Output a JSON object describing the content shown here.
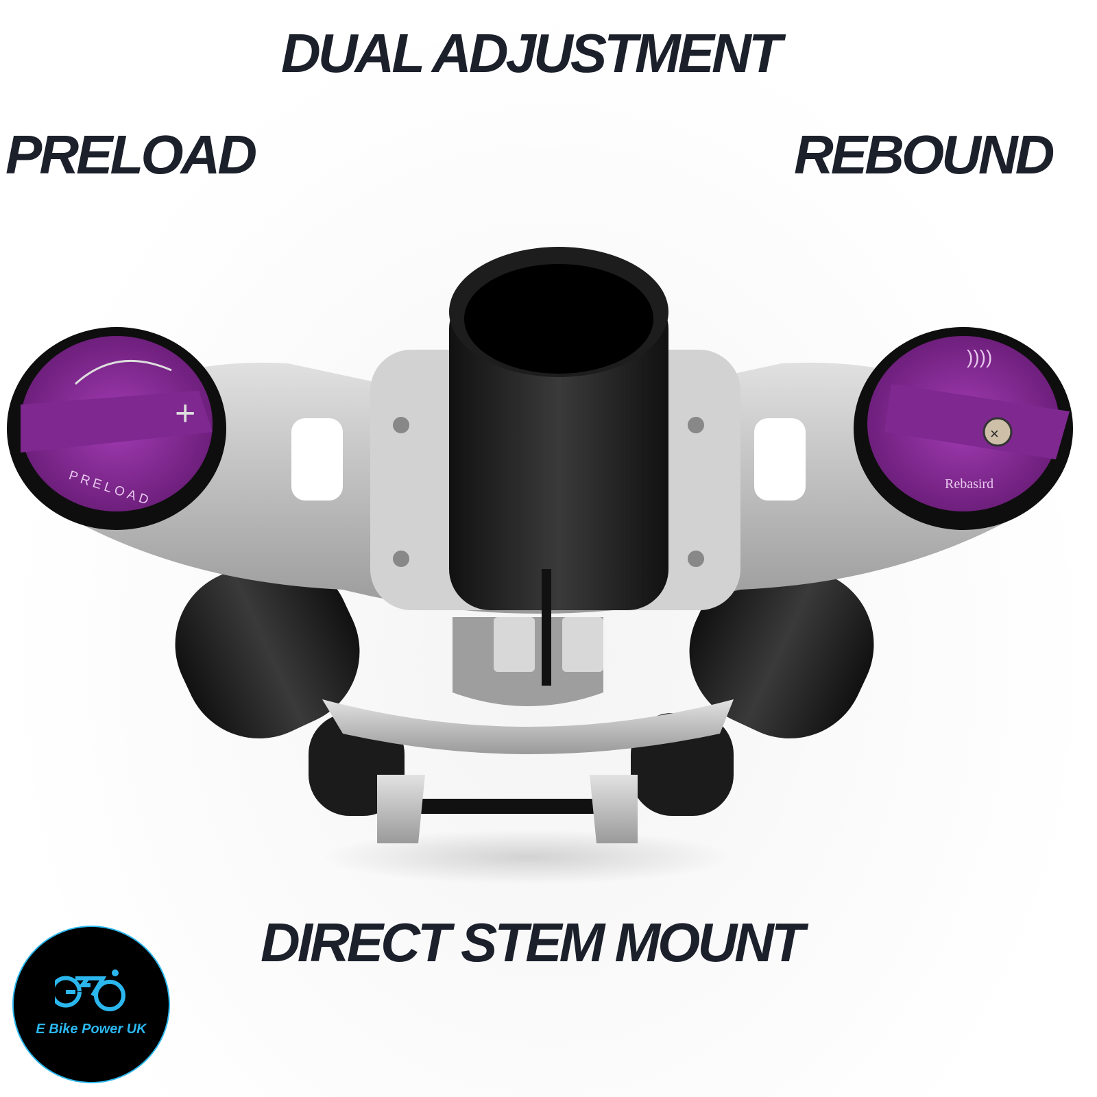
{
  "headings": {
    "title": "DUAL ADJUSTMENT",
    "left_label": "PRELOAD",
    "right_label": "REBOUND",
    "bottom_label": "DIRECT STEM MOUNT"
  },
  "product": {
    "left_cap_text": "PRELOAD",
    "right_cap_text": "Rebasird",
    "cap_color": "#8a2a9a",
    "body_color": "#c4c4c4"
  },
  "logo": {
    "text": "E Bike Power UK",
    "color": "#2bb7ee"
  }
}
